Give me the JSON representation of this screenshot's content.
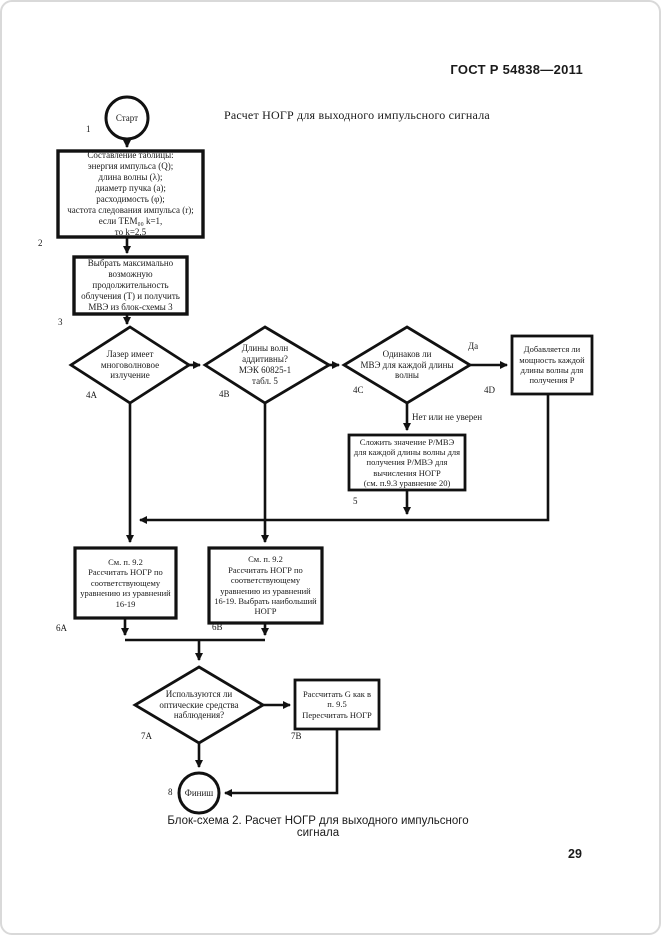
{
  "page": {
    "header": "ГОСТ Р 54838—2011",
    "page_number": "29",
    "caption": "Блок-схема 2. Расчет НОГР для выходного импульсного сигнала"
  },
  "flowchart": {
    "title": "Расчет НОГР для выходного импульсного сигнала",
    "nodes": {
      "start": {
        "label": "Старт"
      },
      "box1": {
        "text": "Составление таблицы:\nэнергия импульса (Q);\nдлина волны (λ);\nдиаметр пучка (a);\nрасходимость (φ);\nчастота следования импульса (r);\nесли TEM₀₀ k=1,\nто k=2,5"
      },
      "box2": {
        "text": "Выбрать максимально\nвозможную\nпродолжительность\nоблучения (T) и получить\nМВЭ из блок-схемы 3"
      },
      "d4a": {
        "text": "Лазер имеет\nмноговолновое\nизлучение"
      },
      "d4b": {
        "text": "Длины волн\nаддитивны?\nМЭК 60825-1\nтабл. 5"
      },
      "d4c": {
        "text": "Одинаков ли\nМВЭ для каждой длины\nволны"
      },
      "b4d": {
        "text": "Добавляется ли\nмощность каждой\nдлины волны для\nполучения P"
      },
      "b5": {
        "text": "Сложить значение Р/МВЭ\nдля каждой длины волны для\nполучения Р/МВЭ для\nвычисления НОГР\n(см. п.9.3 уравнение 20)"
      },
      "b6a": {
        "text": "См. п. 9.2\nРассчитать НОГР по\nсоответствующему\nуравнению из уравнений\n16-19"
      },
      "b6b": {
        "text": "См. п. 9.2\nРассчитать НОГР по\nсоответствующему\nуравнению из уравнений\n16-19. Выбрать наибольший\nНОГР"
      },
      "d7a": {
        "text": "Используются ли\nоптические средства\nнаблюдения?"
      },
      "b7b": {
        "text": "Рассчитать G как в\nп. 9.5\nПересчитать НОГР"
      },
      "finish": {
        "label": "Финиш"
      }
    },
    "step_labels": {
      "l1": "1",
      "l2": "2",
      "l3": "3",
      "l4a": "4A",
      "l4b": "4B",
      "l4c": "4C",
      "l4d": "4D",
      "l5": "5",
      "l6a": "6A",
      "l6b": "6B",
      "l7a": "7A",
      "l7b": "7B",
      "l8": "8"
    },
    "edge_labels": {
      "yes": "Да",
      "no_or_unsure": "Нет или не уверен"
    },
    "colors": {
      "line": "#111111",
      "text": "#1a1a1a",
      "background": "#ffffff"
    }
  }
}
